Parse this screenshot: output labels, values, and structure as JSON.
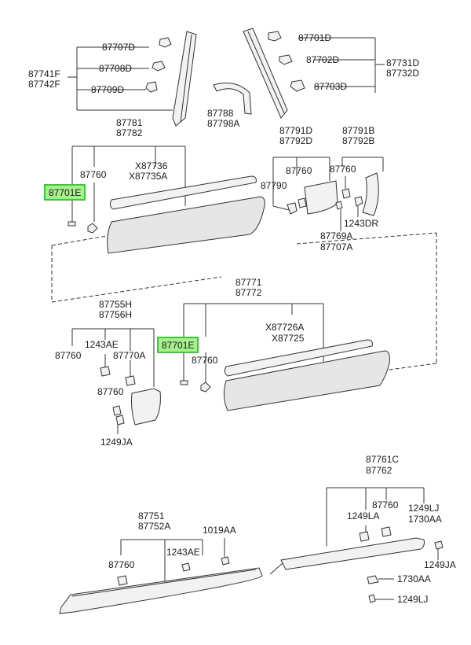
{
  "labels": {
    "p87707D": "87707D",
    "p87708D": "87708D",
    "p87709D": "87709D",
    "p87741F": "87741F",
    "p87742F": "87742F",
    "p87701D": "87701D",
    "p87702D": "87702D",
    "p87703D": "87703D",
    "p87731D": "87731D",
    "p87732D": "87732D",
    "p87788": "87788",
    "p87798A": "87798A",
    "p87781": "87781",
    "p87782": "87782",
    "p87760_a": "87760",
    "pX87736": "X87736",
    "pX87735A": "X87735A",
    "p87791D": "87791D",
    "p87792D": "87792D",
    "p87791B": "87791B",
    "p87792B": "87792B",
    "p87760_b": "87760",
    "p87760_c": "87760",
    "p87790": "87790",
    "p1243DR": "1243DR",
    "p87769A": "87769A",
    "p87707A": "87707A",
    "p87771": "87771",
    "p87772": "87772",
    "pX87726A": "X87726A",
    "pX87725": "X87725",
    "p87760_d": "87760",
    "p87755H": "87755H",
    "p87756H": "87756H",
    "p87760_e": "87760",
    "p1243AE_a": "1243AE",
    "p87770A": "87770A",
    "p87760_f": "87760",
    "p1249JA_a": "1249JA",
    "p87761C": "87761C",
    "p87762": "87762",
    "p87760_g": "87760",
    "p1249LA": "1249LA",
    "p1249LJ_a": "1249LJ",
    "p1730AA_a": "1730AA",
    "p1249JA_b": "1249JA",
    "p1730AA_b": "1730AA",
    "p1249LJ_b": "1249LJ",
    "p87751": "87751",
    "p87752A": "87752A",
    "p1019AA": "1019AA",
    "p87760_h": "87760",
    "p1243AE_b": "1243AE"
  },
  "highlighted": {
    "upper": "87701E",
    "lower": "87701E"
  },
  "colors": {
    "highlight_fill": "#a8f08c",
    "highlight_border": "#3cc83c",
    "line": "#333333"
  }
}
